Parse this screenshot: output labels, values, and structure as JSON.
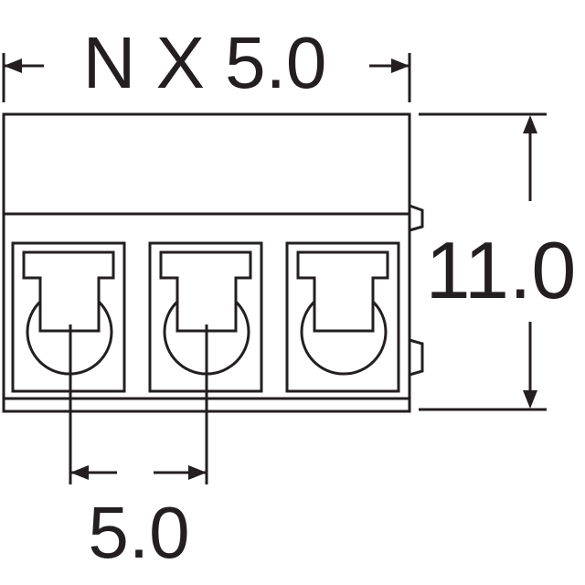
{
  "drawing": {
    "width_dimension": "N X 5.0",
    "height_dimension": "11.0",
    "pitch_dimension": "5.0",
    "terminal_count": 3,
    "line_color": "#231f20",
    "background": "#ffffff"
  }
}
